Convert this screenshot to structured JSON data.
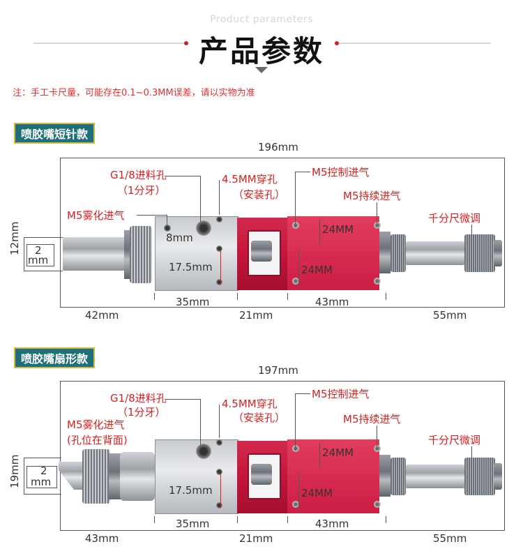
{
  "header": {
    "subtitle": "Product parameters",
    "title": "产品参数",
    "note": "注：手工卡尺量，可能存在0.1~0.3MM误差，请以实物为准"
  },
  "colors": {
    "accent_red": "#d42020",
    "label_bg": "#1f6f78",
    "label_border": "#d2b84a",
    "body_red": "#c4153b"
  },
  "sections": [
    {
      "label": "喷胶嘴短针款",
      "total_length": "196mm",
      "callouts": {
        "g18_inlet_line1": "G1/8进料孔",
        "g18_inlet_line2": "（1分牙）",
        "hole_line1": "4.5MM穿孔",
        "hole_line2": "（安装孔）",
        "m5_control": "M5控制进气",
        "m5_atomize_line1": "M5雾化进气",
        "m5_continuous": "M5持续进气",
        "micrometer": "千分尺微调"
      },
      "dims": {
        "height": "12mm",
        "needle": "2\nmm",
        "needle_top": "2",
        "needle_bottom": "mm",
        "gap": "8mm",
        "depth": "17.5mm",
        "red_top": "24MM",
        "red_bottom": "24MM",
        "seg1": "42mm",
        "seg2": "35mm",
        "seg3": "21mm",
        "seg4": "43mm",
        "seg5": "55mm"
      }
    },
    {
      "label": "喷胶嘴扇形款",
      "total_length": "197mm",
      "callouts": {
        "g18_inlet_line1": "G1/8进料孔",
        "g18_inlet_line2": "（1分牙）",
        "hole_line1": "4.5MM穿孔",
        "hole_line2": "（安装孔）",
        "m5_control": "M5控制进气",
        "m5_atomize_line1": "M5雾化进气",
        "m5_atomize_line2": "(孔位在背面)",
        "m5_continuous": "M5持续进气",
        "micrometer": "千分尺微调"
      },
      "dims": {
        "height": "19mm",
        "needle_top": "2",
        "needle_bottom": "mm",
        "depth": "17.5mm",
        "red_top": "24MM",
        "red_bottom": "24MM",
        "seg1": "43mm",
        "seg2": "35mm",
        "seg3": "21mm",
        "seg4": "43mm",
        "seg5": "55mm"
      }
    }
  ]
}
